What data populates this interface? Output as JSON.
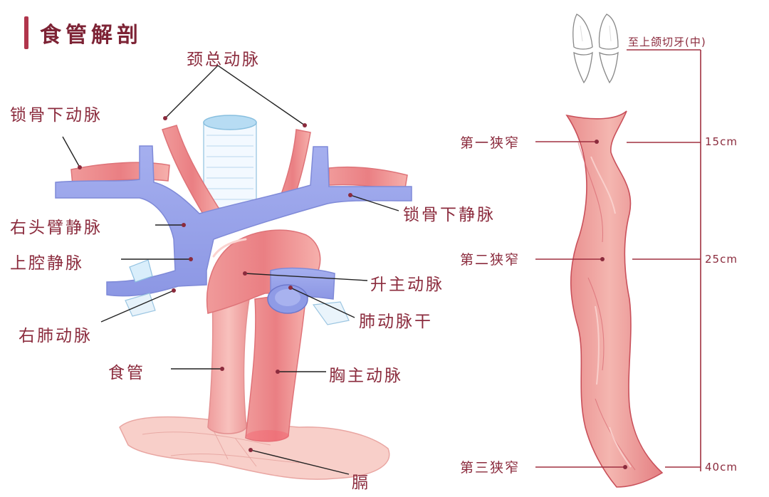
{
  "title": "食管解剖",
  "labels": {
    "common_carotid": "颈总动脉",
    "subclavian_artery": "锁骨下动脉",
    "subclavian_vein": "锁骨下静脉",
    "brachiocephalic_vein": "右头臂静脉",
    "superior_vena_cava": "上腔静脉",
    "ascending_aorta": "升主动脉",
    "right_pulmonary_artery": "右肺动脉",
    "pulmonary_trunk": "肺动脉干",
    "esophagus": "食管",
    "thoracic_aorta": "胸主动脉",
    "diaphragm": "膈"
  },
  "scale": {
    "teeth": "至上颌切牙(中)",
    "narrow1": "第一狭窄",
    "narrow2": "第二狭窄",
    "narrow3": "第三狭窄",
    "d1": "15cm",
    "d2": "25cm",
    "d3": "40cm"
  },
  "colors": {
    "artery": "#ec8a8c",
    "vein": "#9ea9ec",
    "esophagus": "#f2a7a5",
    "label": "#8b2b3d",
    "accent": "#b0354b"
  }
}
